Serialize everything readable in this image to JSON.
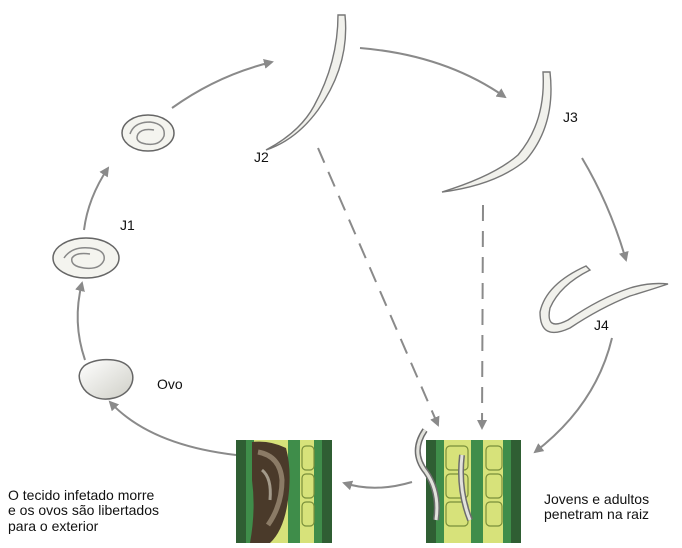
{
  "diagram": {
    "stages": [
      {
        "id": "ovo",
        "label": "Ovo"
      },
      {
        "id": "j1",
        "label": "J1"
      },
      {
        "id": "j2",
        "label": "J2"
      },
      {
        "id": "j3",
        "label": "J3"
      },
      {
        "id": "j4",
        "label": "J4"
      }
    ],
    "captions": {
      "entry": "Jovens e adultos\npenetram na raiz",
      "release": "O tecido infetado morre\ne os ovos são libertados\npara o exterior"
    },
    "colors": {
      "arrow": "#8a8a8a",
      "root_green": "#3f8d4a",
      "root_light": "#d7e27a",
      "root_dark": "#2f5e33",
      "necrotic": "#4a3a2a",
      "worm_fill": "#f1f1ec",
      "worm_stroke": "#777777"
    }
  }
}
